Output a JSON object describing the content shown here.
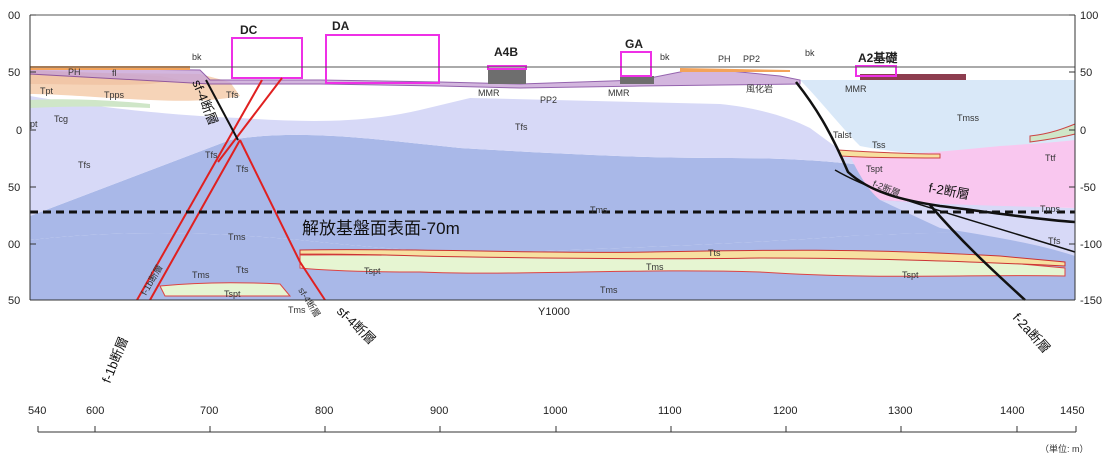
{
  "y_axis_left_ticks": [
    "00",
    "50",
    "0",
    "50",
    "00",
    "50"
  ],
  "y_axis_right_ticks": [
    "100",
    "50",
    "0",
    "-50",
    "-100",
    "-150"
  ],
  "x_axis_ticks": [
    "540",
    "600",
    "700",
    "800",
    "900",
    "1000",
    "1100",
    "1200",
    "1300",
    "1400",
    "1450"
  ],
  "units_label": "（単位: m）",
  "section_label": "Y1000",
  "reference_plane_label": "解放基盤面表面-70m",
  "buildings": [
    "DC",
    "DA",
    "A4B",
    "GA",
    "A2基礎"
  ],
  "fault_labels": {
    "f1b": "f-1b断層",
    "sf4_lower": "sf-4断層",
    "sf4_upper": "sf-4断層",
    "f2": "f-2断層",
    "f2a": "f-2a断層",
    "f2_small": "f-2断層",
    "f1b_small": "f-1b断層",
    "sf4_small": "sf-4断層"
  },
  "unit_labels": {
    "ph_left": "PH",
    "fl": "fl",
    "bk1": "bk",
    "bk2": "bk",
    "bk3": "bk",
    "tpt": "Tpt",
    "tpps_left": "Tpps",
    "tcg": "Tcg",
    "pt": "pt",
    "tfs1": "Tfs",
    "tfs2": "Tfs",
    "tfs3": "Tfs",
    "tfs4": "Tfs",
    "tfs5": "Tfs",
    "tfs6": "Tfs",
    "tms1": "Tms",
    "tms2": "Tms",
    "tms3": "Tms",
    "tms4": "Tms",
    "tms5": "Tms",
    "tms6": "Tms",
    "tts1": "Tts",
    "tts2": "Tts",
    "tspt1": "Tspt",
    "tspt2": "Tspt",
    "tspt3": "Tspt",
    "mmr1": "MMR",
    "mmr2": "MMR",
    "mmr3": "MMR",
    "pp2a": "PP2",
    "pp2b": "PP2",
    "ph_right": "PH",
    "fuka": "風化岩",
    "tmss": "Tmss",
    "talst": "Talst",
    "tss": "Tss",
    "tspt4": "Tspt",
    "ttf": "Ttf",
    "tpps_right": "Tpps"
  }
}
